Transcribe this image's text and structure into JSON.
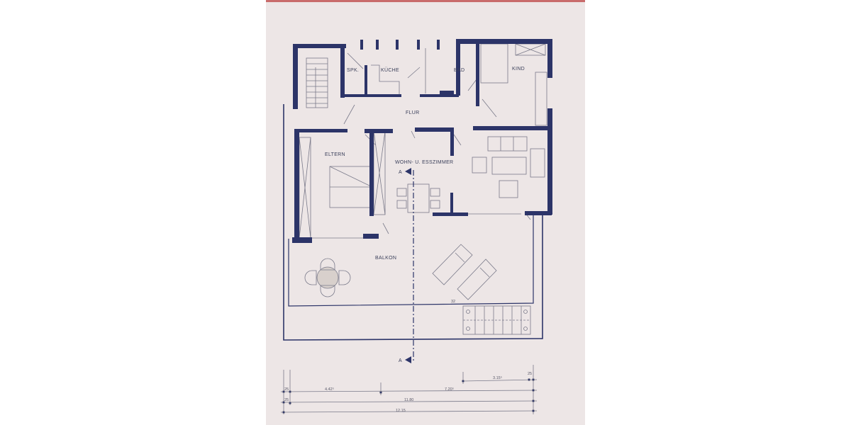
{
  "drawing": {
    "type": "floor plan",
    "colors": {
      "paper": "#ede6e6",
      "wall": "#2c3468",
      "line": "#7a7a8a",
      "strip": "#c96b6b"
    },
    "rooms": {
      "spk": "SPK.",
      "kueche": "KÜCHE",
      "bad": "BAD",
      "kind": "KIND",
      "flur": "FLUR",
      "eltern": "ELTERN",
      "wohn": "WOHN- U. ESSZIMMER",
      "balkon": "BALKON"
    },
    "section_marker": "A",
    "small_mark": "32",
    "dimensions": {
      "row1": [
        "3.15⁵",
        "25"
      ],
      "row2": [
        "25",
        "4.42⁵",
        "7.20⁵"
      ],
      "row3": [
        "25",
        "11.80"
      ],
      "row4": [
        "12.15"
      ]
    }
  }
}
